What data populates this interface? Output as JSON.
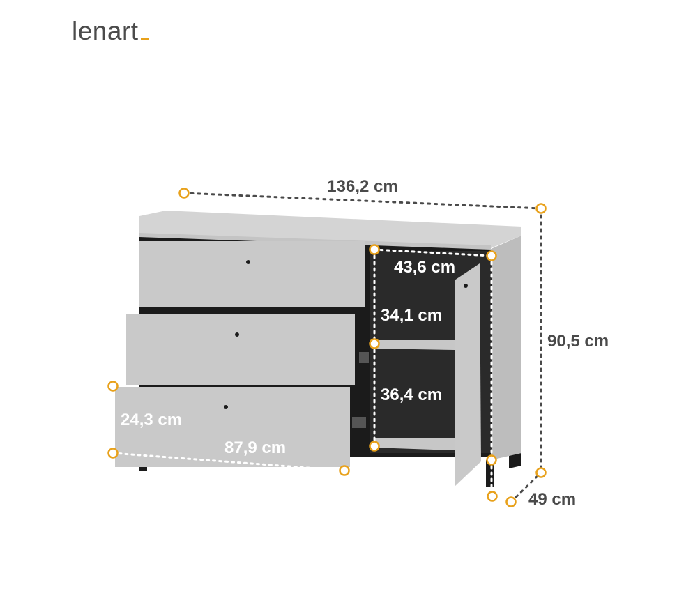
{
  "brand": {
    "name": "lenart"
  },
  "dimensions": {
    "width": "136,2 cm",
    "height": "90,5 cm",
    "depth": "49 cm",
    "inner_width": "43,6 cm",
    "shelf_upper": "34,1 cm",
    "shelf_lower": "36,4 cm",
    "drawer_height": "24,3 cm",
    "drawer_width": "87,9 cm"
  },
  "colors": {
    "body": "#c9c9c9",
    "top": "#d4d4d4",
    "frame": "#1b1b1b",
    "marker": "#e8a11b",
    "dimension_line": "#4a4a4a"
  }
}
